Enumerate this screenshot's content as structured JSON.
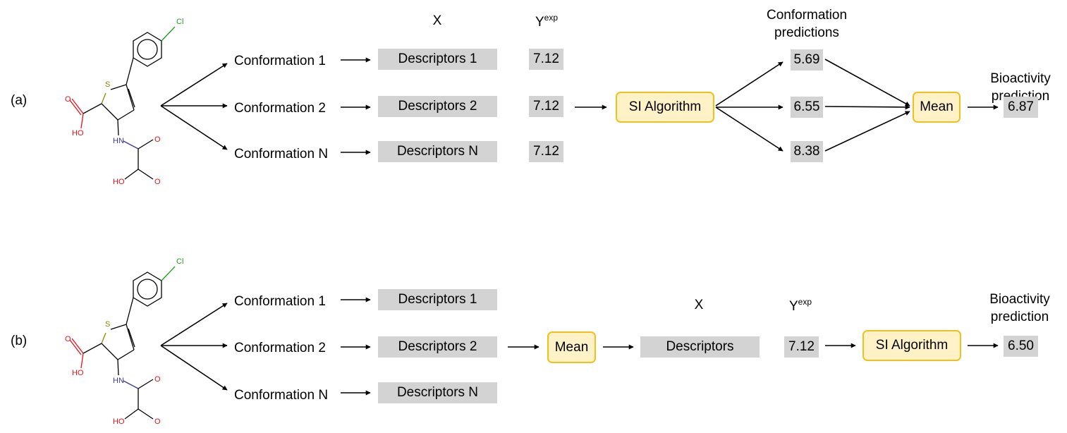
{
  "panel_a": {
    "label": "(a)",
    "x_header": "X",
    "y_header_base": "Y",
    "y_header_sup": "exp",
    "conf_pred_header": "Conformation predictions",
    "bio_header": "Bioactivity prediction",
    "conformations": [
      "Conformation 1",
      "Conformation 2",
      "Conformation N"
    ],
    "descriptors": [
      "Descriptors 1",
      "Descriptors 2",
      "Descriptors N"
    ],
    "y_values": [
      "7.12",
      "7.12",
      "7.12"
    ],
    "algorithm": "SI Algorithm",
    "predictions": [
      "5.69",
      "6.55",
      "8.38"
    ],
    "mean": "Mean",
    "result": "6.87"
  },
  "panel_b": {
    "label": "(b)",
    "x_header": "X",
    "y_header_base": "Y",
    "y_header_sup": "exp",
    "bio_header": "Bioactivity prediction",
    "conformations": [
      "Conformation 1",
      "Conformation 2",
      "Conformation N"
    ],
    "descriptors": [
      "Descriptors 1",
      "Descriptors 2",
      "Descriptors N"
    ],
    "mean": "Mean",
    "merged_descriptors": "Descriptors",
    "y_value": "7.12",
    "algorithm": "SI Algorithm",
    "result": "6.50"
  },
  "molecule": {
    "atoms": {
      "cl": "Cl",
      "s": "S",
      "o": "O",
      "ho": "HO",
      "hn": "HN"
    },
    "colors": {
      "oxygen": "#e8101a",
      "sulfur": "#8a8a00",
      "nitrogen": "#3a3aa0",
      "chlorine": "#1f9a1f"
    }
  },
  "colors": {
    "descriptor_box": "#d3d3d3",
    "process_fill": "#fff2c6",
    "process_border": "#f2c01c"
  }
}
